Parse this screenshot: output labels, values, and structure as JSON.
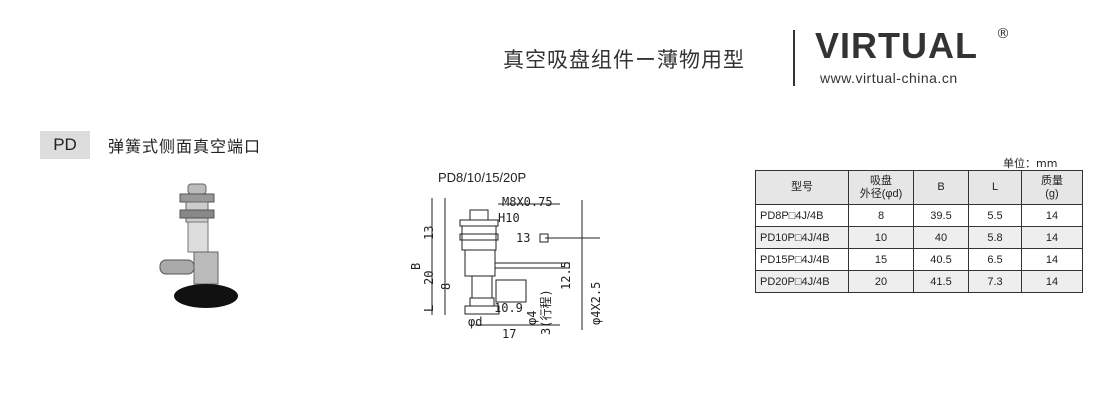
{
  "header": {
    "title": "真空吸盘组件ー薄物用型",
    "brand": "VIRTUAL",
    "registered": "®",
    "url": "www.virtual-china.cn"
  },
  "section": {
    "code": "PD",
    "title": "弹簧式侧面真空端口"
  },
  "drawing": {
    "title": "PD8/10/15/20P",
    "labels": {
      "thread": "M8X0.75",
      "hex": "H10",
      "d13a": "13",
      "d13b": "13",
      "b": "B",
      "d20": "20",
      "d8": "8",
      "l": "L",
      "d109": "10.9",
      "phid": "φd",
      "d17": "17",
      "phi4": "φ4",
      "stroke": "3(行程)",
      "d125": "12.5",
      "tube": "φ4X2.5"
    }
  },
  "table": {
    "unit": "单位：mm",
    "headers": [
      "型号",
      "吸盘\n外径(φd)",
      "B",
      "L",
      "质量\n(g)"
    ],
    "rows": [
      [
        "PD8P□4J/4B",
        "8",
        "39.5",
        "5.5",
        "14"
      ],
      [
        "PD10P□4J/4B",
        "10",
        "40",
        "5.8",
        "14"
      ],
      [
        "PD15P□4J/4B",
        "15",
        "40.5",
        "6.5",
        "14"
      ],
      [
        "PD20P□4J/4B",
        "20",
        "41.5",
        "7.3",
        "14"
      ]
    ]
  }
}
